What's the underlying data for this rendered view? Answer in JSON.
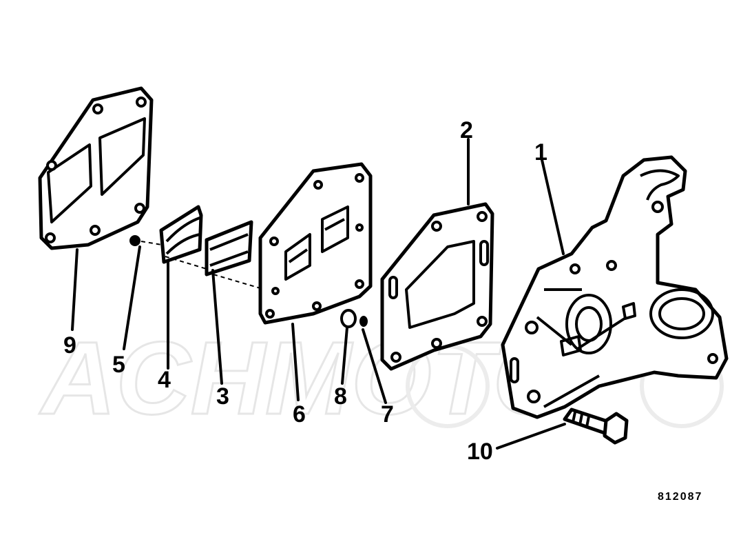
{
  "figure": {
    "reference_number": "812087",
    "watermark_text": "ACHMOTO",
    "callouts": [
      {
        "id": "1",
        "label": "1"
      },
      {
        "id": "2",
        "label": "2"
      },
      {
        "id": "3",
        "label": "3"
      },
      {
        "id": "4",
        "label": "4"
      },
      {
        "id": "5",
        "label": "5"
      },
      {
        "id": "6",
        "label": "6"
      },
      {
        "id": "7",
        "label": "7"
      },
      {
        "id": "8",
        "label": "8"
      },
      {
        "id": "9",
        "label": "9"
      },
      {
        "id": "10",
        "label": "10"
      }
    ]
  },
  "colors": {
    "line": "#000000",
    "background": "#ffffff",
    "watermark": "#e6e6e6"
  }
}
